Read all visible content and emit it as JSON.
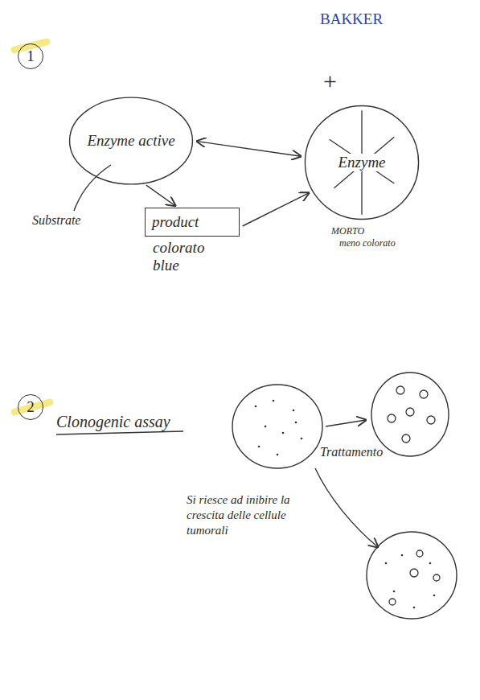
{
  "diagram": {
    "nodes": [
      {
        "text": [
          "Enzyme active"
        ]
      },
      {
        "text": [
          "product",
          "colorato blue"
        ]
      },
      {
        "text": [
          "Enzyme"
        ]
      }
    ],
    "edges": [
      {
        "from": 0,
        "to": 1,
        "arrow": "to"
      },
      {
        "from": 0,
        "to": 2,
        "arrow": "both"
      },
      {
        "from": 1,
        "to": 2,
        "arrow": "to"
      }
    ],
    "labels": [
      "BAKKER",
      "1",
      "+",
      "Substrate",
      "MORTO",
      "meno colorato",
      "2",
      "Clonogenic assay",
      "Trattamento",
      "Si riesce ad inibire la crescita delle cellule tumorali"
    ]
  }
}
